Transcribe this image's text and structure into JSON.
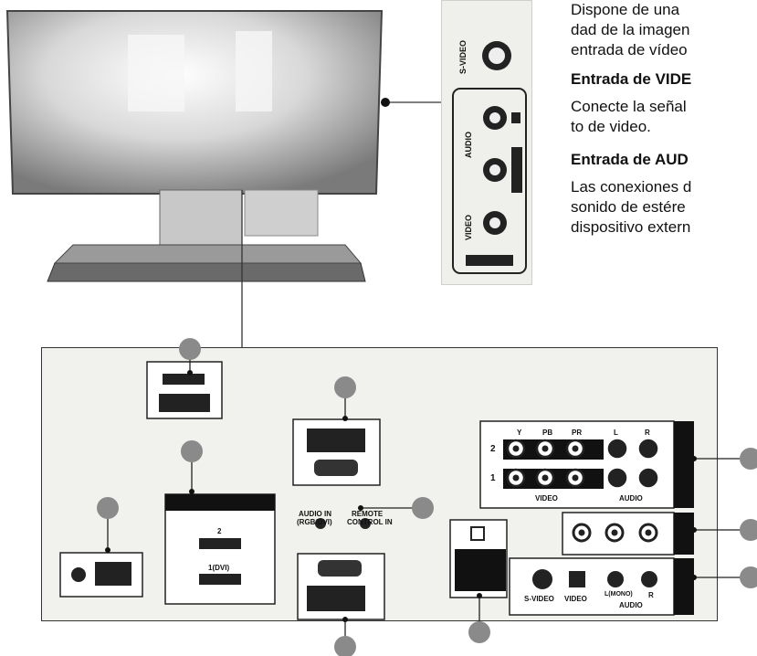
{
  "intro_text": [
    "Dispone de una",
    "dad de la imagen",
    "entrada de vídeo"
  ],
  "sections": [
    {
      "heading": "Entrada de VIDE",
      "lines": [
        "Conecte la señal",
        "to de video."
      ]
    },
    {
      "heading": "Entrada de AUD",
      "lines": [
        "Las conexiones d",
        "sonido de estére",
        "dispositivo extern"
      ]
    }
  ],
  "side_panel": {
    "svideo": "S-VIDEO",
    "audio": "AUDIO",
    "video": "VIDEO"
  },
  "back_panel": {
    "audio_in": [
      "AUDIO IN",
      "(RGB/DVI)"
    ],
    "remote": [
      "REMOTE",
      "CONTROL IN"
    ],
    "hdmi2": "2",
    "hdmi1": "1(DVI)",
    "comp_cols": [
      "Y",
      "PB",
      "PR",
      "L",
      "R"
    ],
    "row2": "2",
    "row1": "1",
    "video_lbl": "VIDEO",
    "audio_lbl": "AUDIO",
    "av_svideo": "S-VIDEO",
    "av_video": "VIDEO",
    "av_l": "L(MONO)",
    "av_r": "R",
    "av_audio": "AUDIO"
  },
  "colors": {
    "callout": "#8a8a8a",
    "panel": "#f1f1ee",
    "dark": "#111111"
  }
}
